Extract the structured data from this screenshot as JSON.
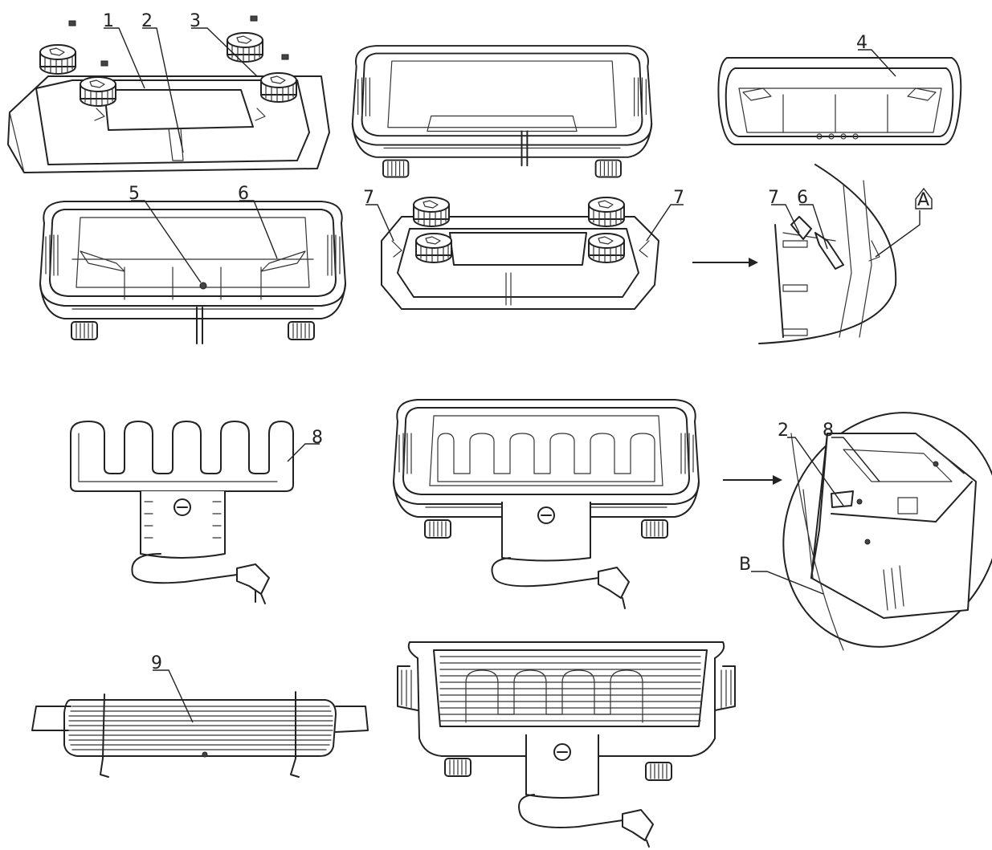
{
  "callouts": {
    "c1": "1",
    "c2": "2",
    "c3": "3",
    "c4": "4",
    "c5": "5",
    "c6": "6",
    "c7a": "7",
    "c7b": "7",
    "c7c": "7",
    "c6b": "6",
    "cA": "A",
    "c8": "8",
    "c2b": "2",
    "c8b": "8",
    "cB": "B",
    "c9": "9"
  }
}
